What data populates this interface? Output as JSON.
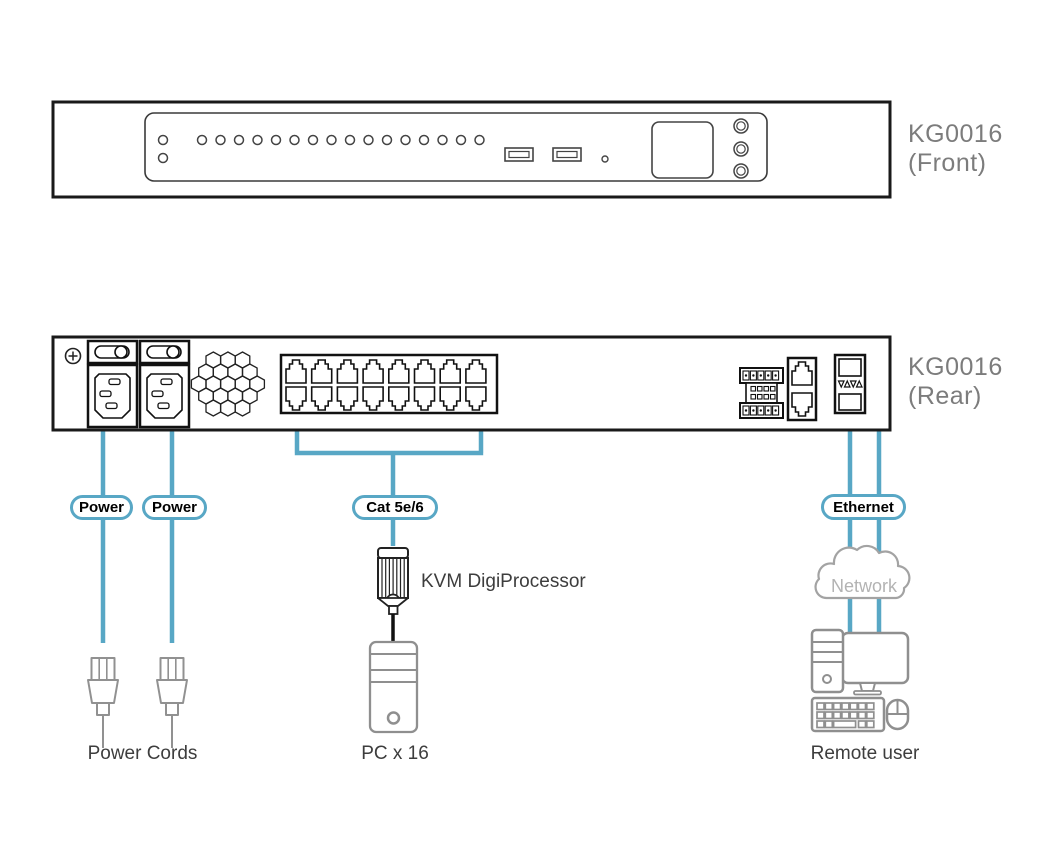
{
  "diagram": {
    "device_front": {
      "model": "KG0016",
      "view": "(Front)"
    },
    "device_rear": {
      "model": "KG0016",
      "view": "(Rear)"
    },
    "cable_labels": {
      "power_1": "Power",
      "power_2": "Power",
      "cat": "Cat 5e/6",
      "ethernet": "Ethernet"
    },
    "captions": {
      "kvm_processor": "KVM DigiProcessor",
      "network": "Network",
      "power_cords": "Power Cords",
      "pc_count": "PC x 16",
      "remote_user": "Remote user"
    },
    "colors": {
      "cable_blue": "#58a7c5",
      "device_outline": "#1a1a1a",
      "equipment_gray": "#8f8f8f",
      "model_label_gray": "#7c7c7c"
    }
  }
}
